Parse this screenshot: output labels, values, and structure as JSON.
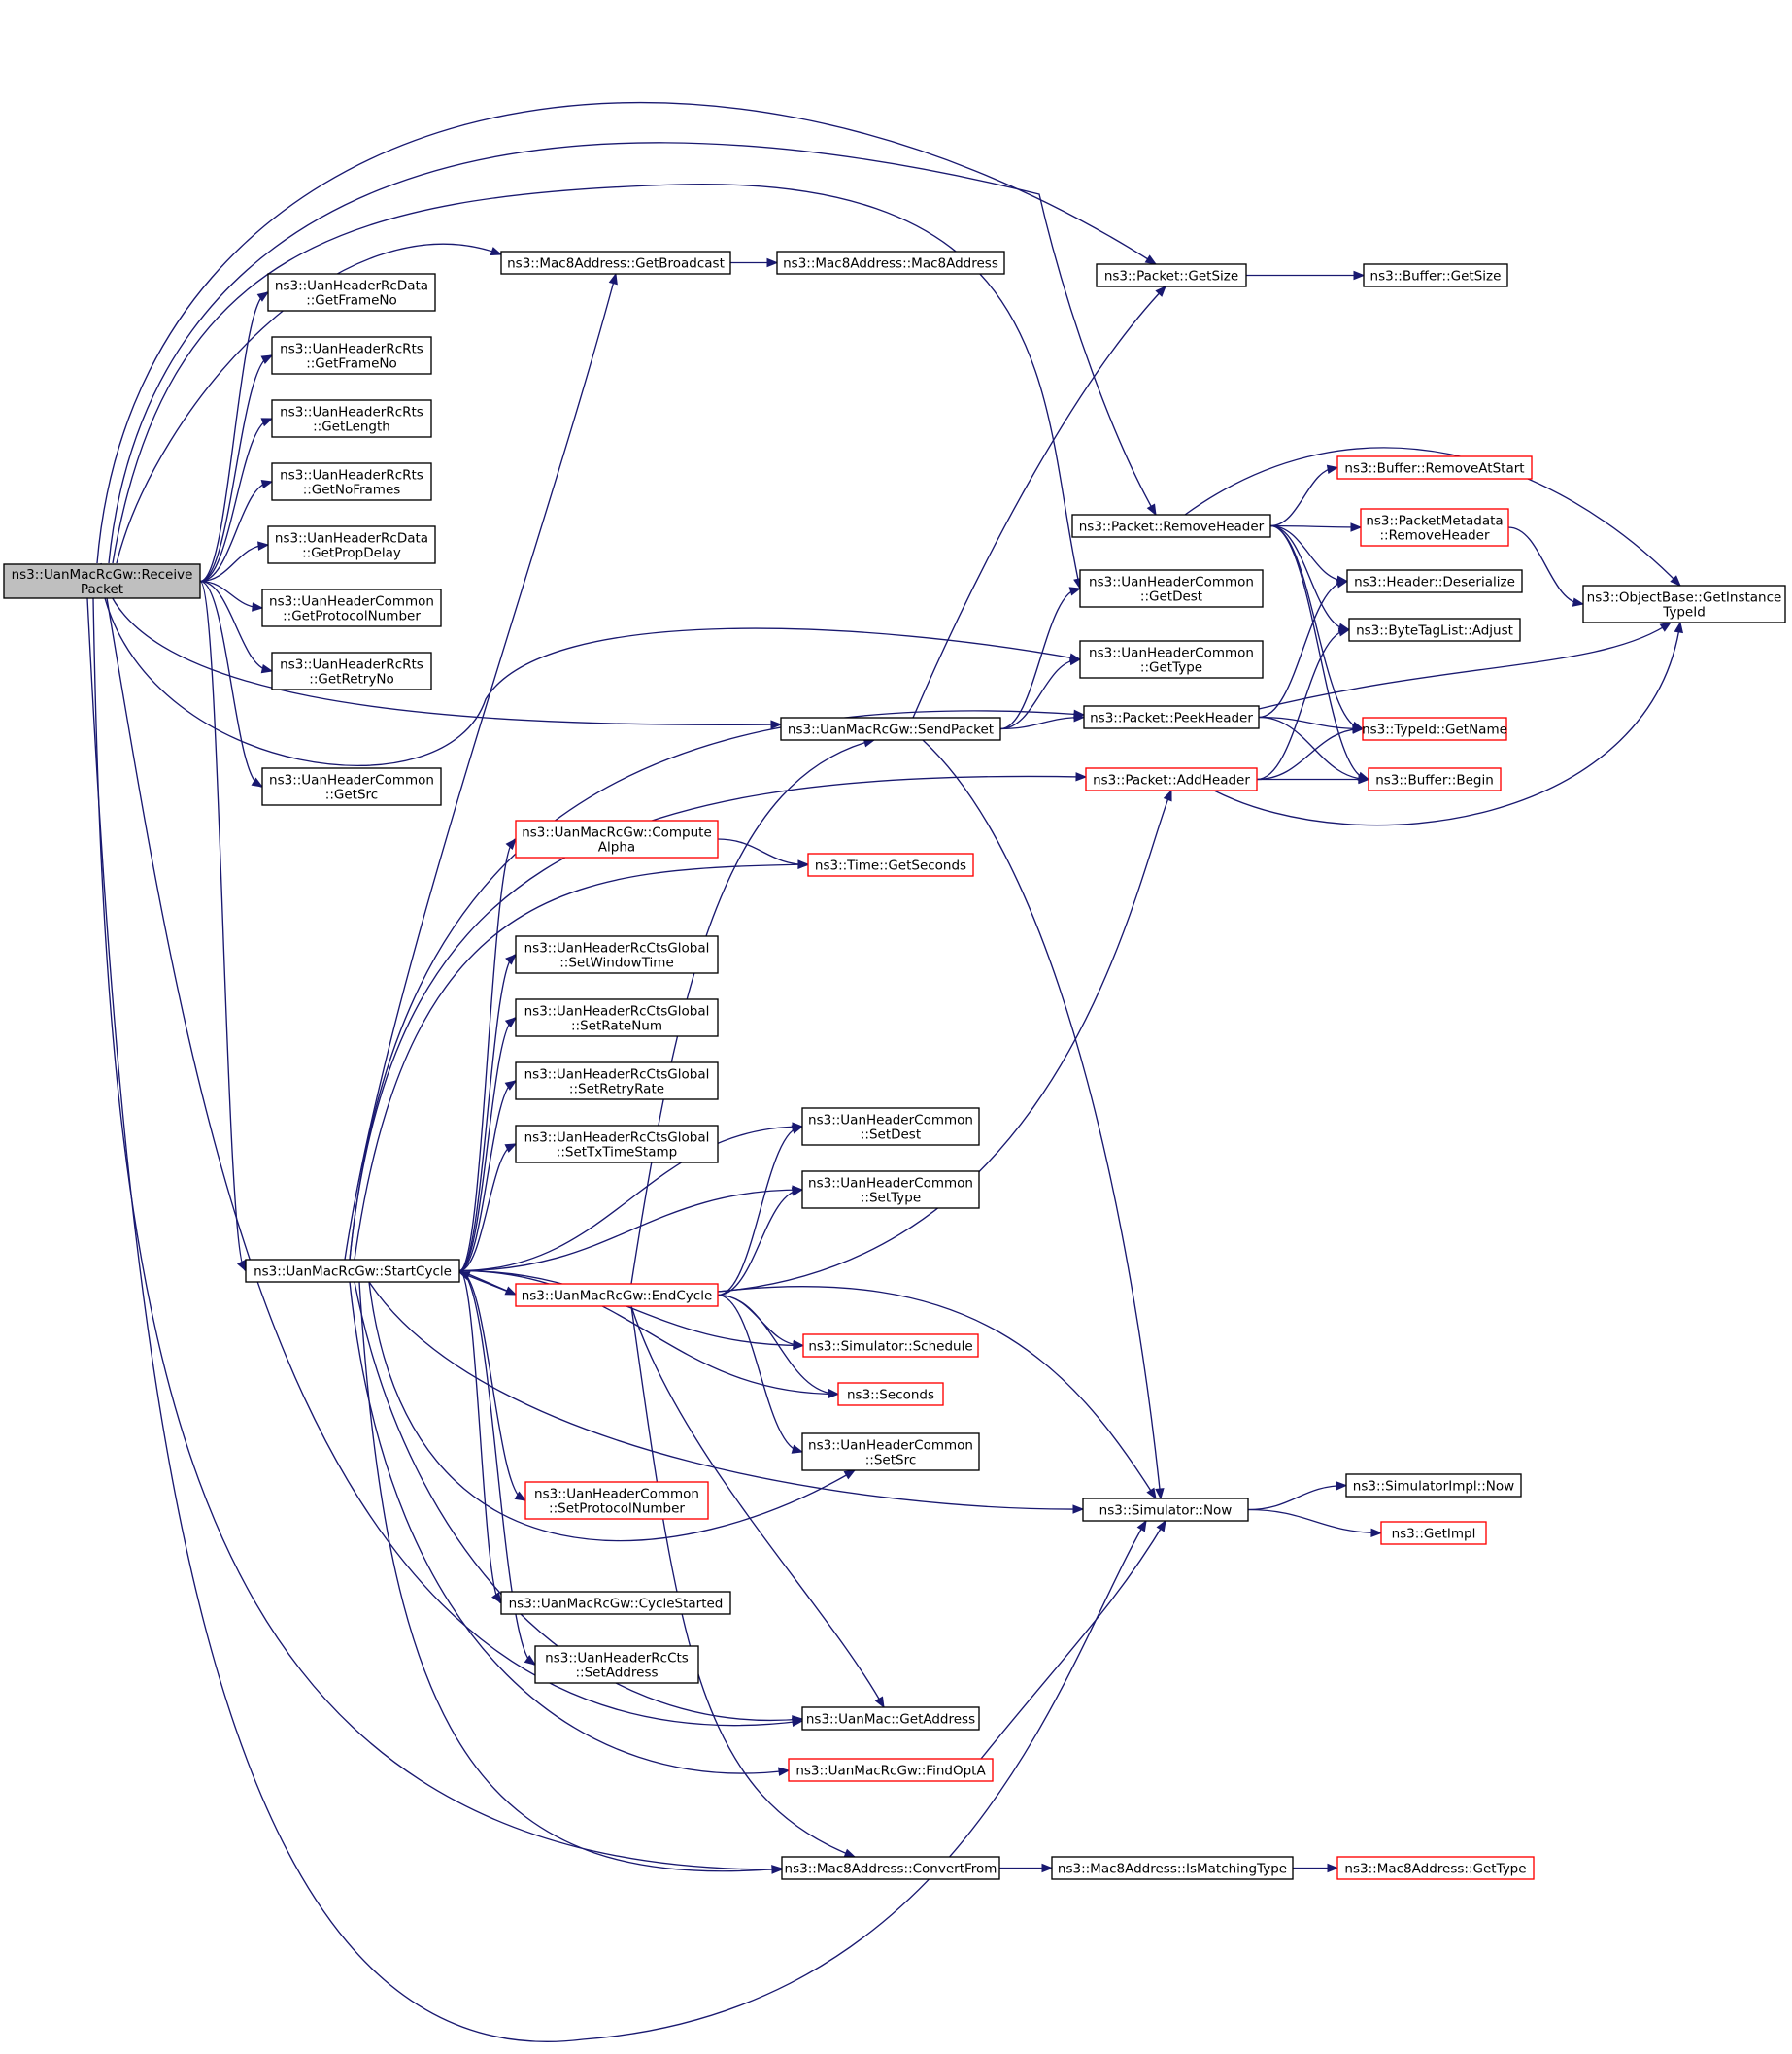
{
  "title": "",
  "colors": {
    "edge": "#191970",
    "border_normal": "#000000",
    "border_truncated": "#ff0000",
    "fill_normal": "#ffffff",
    "fill_root": "#bfbfbf"
  },
  "nodes": [
    {
      "id": "n0",
      "lines": [
        "ns3::UanMacRcGw::Receive",
        "Packet"
      ],
      "style": "root"
    },
    {
      "id": "n1",
      "lines": [
        "ns3::Mac8Address::GetBroadcast"
      ],
      "style": "normal"
    },
    {
      "id": "n2",
      "lines": [
        "ns3::Mac8Address::Mac8Address"
      ],
      "style": "normal"
    },
    {
      "id": "n3",
      "lines": [
        "ns3::UanHeaderRcData",
        "::GetFrameNo"
      ],
      "style": "normal"
    },
    {
      "id": "n4",
      "lines": [
        "ns3::UanHeaderRcRts",
        "::GetFrameNo"
      ],
      "style": "normal"
    },
    {
      "id": "n5",
      "lines": [
        "ns3::UanHeaderRcRts",
        "::GetLength"
      ],
      "style": "normal"
    },
    {
      "id": "n6",
      "lines": [
        "ns3::UanHeaderRcRts",
        "::GetNoFrames"
      ],
      "style": "normal"
    },
    {
      "id": "n7",
      "lines": [
        "ns3::UanHeaderRcData",
        "::GetPropDelay"
      ],
      "style": "normal"
    },
    {
      "id": "n8",
      "lines": [
        "ns3::UanHeaderCommon",
        "::GetProtocolNumber"
      ],
      "style": "normal"
    },
    {
      "id": "n9",
      "lines": [
        "ns3::UanHeaderRcRts",
        "::GetRetryNo"
      ],
      "style": "normal"
    },
    {
      "id": "n10",
      "lines": [
        "ns3::UanHeaderCommon",
        "::GetSrc"
      ],
      "style": "normal"
    },
    {
      "id": "n11",
      "lines": [
        "ns3::UanMacRcGw::StartCycle"
      ],
      "style": "normal"
    },
    {
      "id": "n12",
      "lines": [
        "ns3::UanMacRcGw::Compute",
        "Alpha"
      ],
      "style": "truncated"
    },
    {
      "id": "n13",
      "lines": [
        "ns3::UanHeaderRcCtsGlobal",
        "::SetWindowTime"
      ],
      "style": "normal"
    },
    {
      "id": "n14",
      "lines": [
        "ns3::UanHeaderRcCtsGlobal",
        "::SetRateNum"
      ],
      "style": "normal"
    },
    {
      "id": "n15",
      "lines": [
        "ns3::UanHeaderRcCtsGlobal",
        "::SetRetryRate"
      ],
      "style": "normal"
    },
    {
      "id": "n16",
      "lines": [
        "ns3::UanHeaderRcCtsGlobal",
        "::SetTxTimeStamp"
      ],
      "style": "normal"
    },
    {
      "id": "n17",
      "lines": [
        "ns3::UanMacRcGw::EndCycle"
      ],
      "style": "truncated"
    },
    {
      "id": "n18",
      "lines": [
        "ns3::UanHeaderCommon",
        "::SetProtocolNumber"
      ],
      "style": "truncated"
    },
    {
      "id": "n19",
      "lines": [
        "ns3::UanMacRcGw::CycleStarted"
      ],
      "style": "normal"
    },
    {
      "id": "n20",
      "lines": [
        "ns3::UanHeaderRcCts",
        "::SetAddress"
      ],
      "style": "normal"
    },
    {
      "id": "n21",
      "lines": [
        "ns3::UanMacRcGw::SendPacket"
      ],
      "style": "normal"
    },
    {
      "id": "n22",
      "lines": [
        "ns3::Time::GetSeconds"
      ],
      "style": "truncated"
    },
    {
      "id": "n23",
      "lines": [
        "ns3::UanHeaderCommon",
        "::SetDest"
      ],
      "style": "normal"
    },
    {
      "id": "n24",
      "lines": [
        "ns3::UanHeaderCommon",
        "::SetType"
      ],
      "style": "normal"
    },
    {
      "id": "n25",
      "lines": [
        "ns3::Simulator::Schedule"
      ],
      "style": "truncated"
    },
    {
      "id": "n26",
      "lines": [
        "ns3::Seconds"
      ],
      "style": "truncated"
    },
    {
      "id": "n27",
      "lines": [
        "ns3::UanHeaderCommon",
        "::SetSrc"
      ],
      "style": "normal"
    },
    {
      "id": "n28",
      "lines": [
        "ns3::UanMac::GetAddress"
      ],
      "style": "normal"
    },
    {
      "id": "n29",
      "lines": [
        "ns3::UanMacRcGw::FindOptA"
      ],
      "style": "truncated"
    },
    {
      "id": "n30",
      "lines": [
        "ns3::Mac8Address::ConvertFrom"
      ],
      "style": "normal"
    },
    {
      "id": "n31",
      "lines": [
        "ns3::Packet::GetSize"
      ],
      "style": "normal"
    },
    {
      "id": "n32",
      "lines": [
        "ns3::Buffer::GetSize"
      ],
      "style": "normal"
    },
    {
      "id": "n33",
      "lines": [
        "ns3::Packet::RemoveHeader"
      ],
      "style": "normal"
    },
    {
      "id": "n34",
      "lines": [
        "ns3::Buffer::RemoveAtStart"
      ],
      "style": "truncated"
    },
    {
      "id": "n35",
      "lines": [
        "ns3::PacketMetadata",
        "::RemoveHeader"
      ],
      "style": "truncated"
    },
    {
      "id": "n36",
      "lines": [
        "ns3::UanHeaderCommon",
        "::GetDest"
      ],
      "style": "normal"
    },
    {
      "id": "n37",
      "lines": [
        "ns3::UanHeaderCommon",
        "::GetType"
      ],
      "style": "normal"
    },
    {
      "id": "n38",
      "lines": [
        "ns3::Packet::PeekHeader"
      ],
      "style": "normal"
    },
    {
      "id": "n39",
      "lines": [
        "ns3::Packet::AddHeader"
      ],
      "style": "truncated"
    },
    {
      "id": "n40",
      "lines": [
        "ns3::Header::Deserialize"
      ],
      "style": "normal"
    },
    {
      "id": "n41",
      "lines": [
        "ns3::ByteTagList::Adjust"
      ],
      "style": "normal"
    },
    {
      "id": "n42",
      "lines": [
        "ns3::TypeId::GetName"
      ],
      "style": "truncated"
    },
    {
      "id": "n43",
      "lines": [
        "ns3::Buffer::Begin"
      ],
      "style": "truncated"
    },
    {
      "id": "n44",
      "lines": [
        "ns3::ObjectBase::GetInstance",
        "TypeId"
      ],
      "style": "normal"
    },
    {
      "id": "n45",
      "lines": [
        "ns3::Simulator::Now"
      ],
      "style": "normal"
    },
    {
      "id": "n46",
      "lines": [
        "ns3::SimulatorImpl::Now"
      ],
      "style": "normal"
    },
    {
      "id": "n47",
      "lines": [
        "ns3::GetImpl"
      ],
      "style": "truncated"
    },
    {
      "id": "n48",
      "lines": [
        "ns3::Mac8Address::IsMatchingType"
      ],
      "style": "normal"
    },
    {
      "id": "n49",
      "lines": [
        "ns3::Mac8Address::GetType"
      ],
      "style": "truncated"
    }
  ],
  "edges": [
    [
      "n0",
      "n1"
    ],
    [
      "n0",
      "n3"
    ],
    [
      "n0",
      "n4"
    ],
    [
      "n0",
      "n5"
    ],
    [
      "n0",
      "n6"
    ],
    [
      "n0",
      "n7"
    ],
    [
      "n0",
      "n8"
    ],
    [
      "n0",
      "n9"
    ],
    [
      "n0",
      "n10"
    ],
    [
      "n0",
      "n11"
    ],
    [
      "n0",
      "n21"
    ],
    [
      "n0",
      "n28"
    ],
    [
      "n0",
      "n30"
    ],
    [
      "n0",
      "n31"
    ],
    [
      "n0",
      "n33"
    ],
    [
      "n0",
      "n36"
    ],
    [
      "n0",
      "n37"
    ],
    [
      "n0",
      "n45"
    ],
    [
      "n1",
      "n2"
    ],
    [
      "n11",
      "n1"
    ],
    [
      "n11",
      "n12"
    ],
    [
      "n11",
      "n13"
    ],
    [
      "n11",
      "n14"
    ],
    [
      "n11",
      "n15"
    ],
    [
      "n11",
      "n16"
    ],
    [
      "n11",
      "n17"
    ],
    [
      "n11",
      "n18"
    ],
    [
      "n11",
      "n19"
    ],
    [
      "n11",
      "n20"
    ],
    [
      "n11",
      "n22"
    ],
    [
      "n11",
      "n23"
    ],
    [
      "n11",
      "n24"
    ],
    [
      "n11",
      "n25"
    ],
    [
      "n11",
      "n26"
    ],
    [
      "n11",
      "n27"
    ],
    [
      "n11",
      "n28"
    ],
    [
      "n11",
      "n29"
    ],
    [
      "n11",
      "n30"
    ],
    [
      "n11",
      "n38"
    ],
    [
      "n11",
      "n39"
    ],
    [
      "n11",
      "n45"
    ],
    [
      "n12",
      "n22"
    ],
    [
      "n17",
      "n11"
    ],
    [
      "n17",
      "n21"
    ],
    [
      "n17",
      "n23"
    ],
    [
      "n17",
      "n24"
    ],
    [
      "n17",
      "n25"
    ],
    [
      "n17",
      "n26"
    ],
    [
      "n17",
      "n27"
    ],
    [
      "n17",
      "n28"
    ],
    [
      "n17",
      "n30"
    ],
    [
      "n17",
      "n39"
    ],
    [
      "n17",
      "n45"
    ],
    [
      "n21",
      "n31"
    ],
    [
      "n21",
      "n36"
    ],
    [
      "n21",
      "n37"
    ],
    [
      "n21",
      "n38"
    ],
    [
      "n21",
      "n45"
    ],
    [
      "n29",
      "n45"
    ],
    [
      "n30",
      "n48"
    ],
    [
      "n48",
      "n49"
    ],
    [
      "n31",
      "n32"
    ],
    [
      "n33",
      "n34"
    ],
    [
      "n33",
      "n35"
    ],
    [
      "n33",
      "n40"
    ],
    [
      "n33",
      "n41"
    ],
    [
      "n33",
      "n42"
    ],
    [
      "n33",
      "n43"
    ],
    [
      "n33",
      "n44"
    ],
    [
      "n35",
      "n44"
    ],
    [
      "n38",
      "n40"
    ],
    [
      "n38",
      "n42"
    ],
    [
      "n38",
      "n43"
    ],
    [
      "n38",
      "n44"
    ],
    [
      "n39",
      "n41"
    ],
    [
      "n39",
      "n42"
    ],
    [
      "n39",
      "n43"
    ],
    [
      "n39",
      "n44"
    ],
    [
      "n45",
      "n46"
    ],
    [
      "n45",
      "n47"
    ]
  ]
}
